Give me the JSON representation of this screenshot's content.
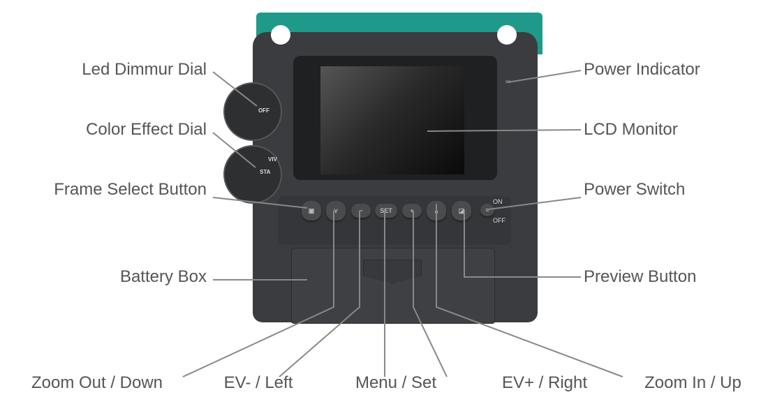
{
  "labels_left": [
    "Led Dimmur Dial",
    "Color Effect Dial",
    "Frame Select Button",
    "Battery Box"
  ],
  "labels_right": [
    "Power Indicator",
    "LCD Monitor",
    "Power Switch",
    "Preview Button"
  ],
  "labels_bottom": [
    "Zoom Out / Down",
    "EV- / Left",
    "Menu / Set",
    "EV+ / Right",
    "Zoom In / Up"
  ],
  "device_text": {
    "dial1": "OFF",
    "dial2_a": "STA",
    "dial2_b": "VIV",
    "set": "SET",
    "on": "ON",
    "off": "OFF"
  },
  "button_glyphs": [
    "▣",
    "⋎",
    "−",
    "SET",
    "+",
    "∧",
    "◪",
    "≡"
  ],
  "colors": {
    "teal": "#1f9a8a",
    "body": "#3b3c3f",
    "label": "#555555",
    "line": "#888888"
  }
}
